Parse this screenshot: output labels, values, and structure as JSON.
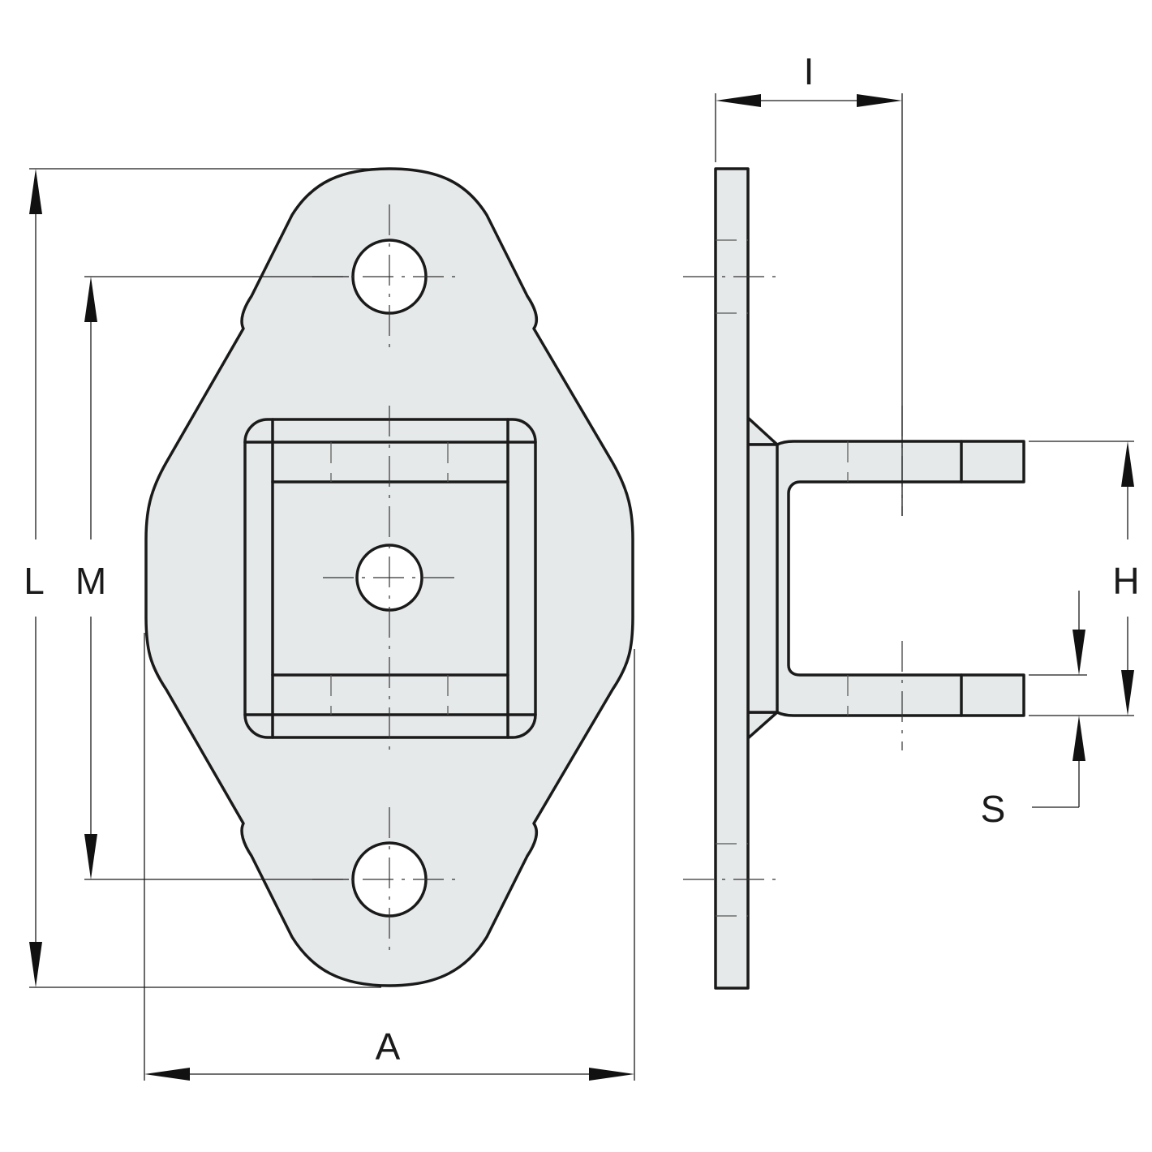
{
  "drawing": {
    "dimensions": {
      "L": "L",
      "M": "M",
      "A": "A",
      "I": "I",
      "H": "H",
      "S": "S"
    },
    "colors": {
      "part_fill": "#e6e9ea",
      "outline": "#1a1a1a",
      "background": "#ffffff"
    }
  }
}
